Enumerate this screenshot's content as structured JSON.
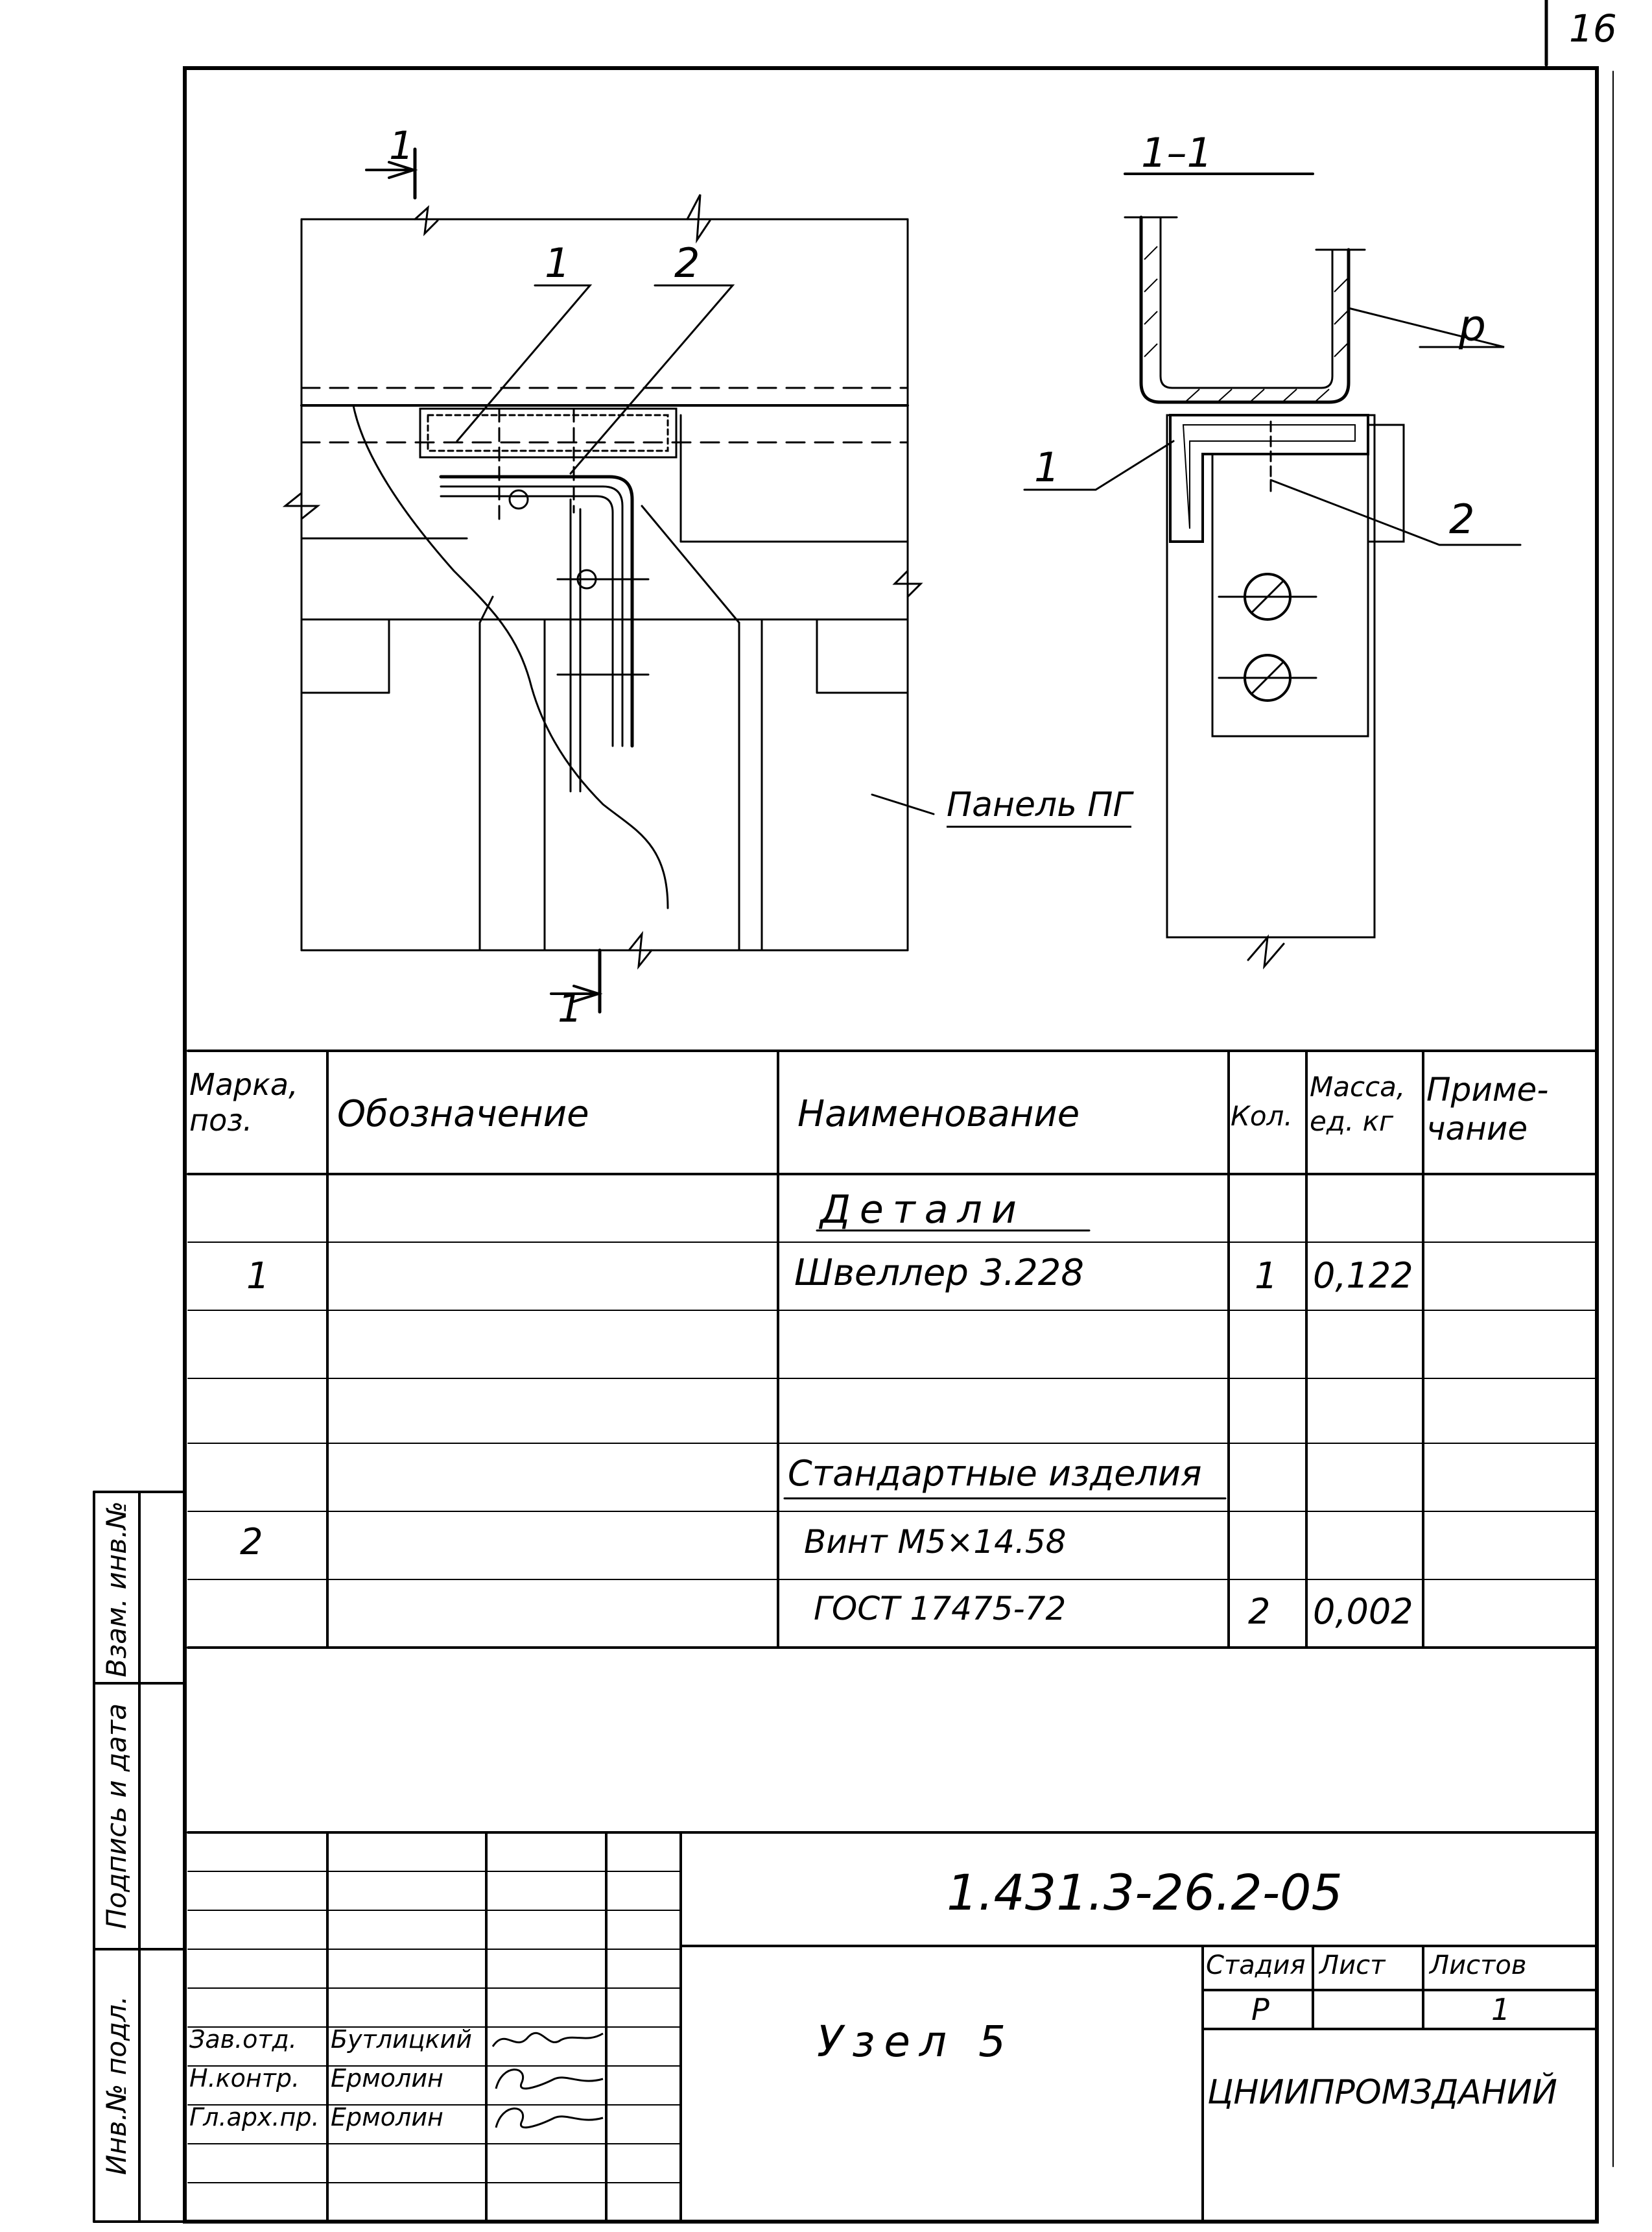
{
  "sheet_number": "16",
  "drawing": {
    "section_mark": "1",
    "section_label": "1–1",
    "callout_1": "1",
    "callout_2": "2",
    "callout_p": "р",
    "panel_label": "Панель ПГ"
  },
  "spec_table": {
    "headers": {
      "mark": "Марка, поз.",
      "designation": "Обозначение",
      "name": "Наименование",
      "qty": "Кол.",
      "mass": "Масса, ед. кг",
      "note": "Приме- чание"
    },
    "rows": [
      {
        "mark": "",
        "designation": "",
        "name": "Детали",
        "qty": "",
        "mass": "",
        "note": ""
      },
      {
        "mark": "1",
        "designation": "",
        "name": "Швеллер 3.228",
        "qty": "1",
        "mass": "0,122",
        "note": ""
      },
      {
        "mark": "",
        "designation": "",
        "name": "",
        "qty": "",
        "mass": "",
        "note": ""
      },
      {
        "mark": "",
        "designation": "",
        "name": "",
        "qty": "",
        "mass": "",
        "note": ""
      },
      {
        "mark": "",
        "designation": "",
        "name": "Стандартные изделия",
        "qty": "",
        "mass": "",
        "note": ""
      },
      {
        "mark": "2",
        "designation": "",
        "name": "Винт М5×14.58",
        "qty": "",
        "mass": "",
        "note": ""
      },
      {
        "mark": "",
        "designation": "",
        "name": "ГОСТ 17475-72",
        "qty": "2",
        "mass": "0,002",
        "note": ""
      }
    ]
  },
  "left_margin": {
    "inv_podl": "Инв.№ подл.",
    "podpis_data": "Подпись и дата",
    "vzam_inv": "Взам. инв.№"
  },
  "title_block": {
    "document_code": "1.431.3-26.2-05",
    "title": "Узел 5",
    "stage_label": "Стадия",
    "sheet_label": "Лист",
    "sheets_label": "Листов",
    "stage_value": "Р",
    "sheet_value": "",
    "sheets_value": "1",
    "organization": "ЦНИИПРОМЗДАНИЙ",
    "signatures": [
      {
        "role": "Зав.отд.",
        "name": "Бутлицкий"
      },
      {
        "role": "Н.контр.",
        "name": "Ермолин"
      },
      {
        "role": "Гл.арх.пр.",
        "name": "Ермолин"
      }
    ]
  }
}
